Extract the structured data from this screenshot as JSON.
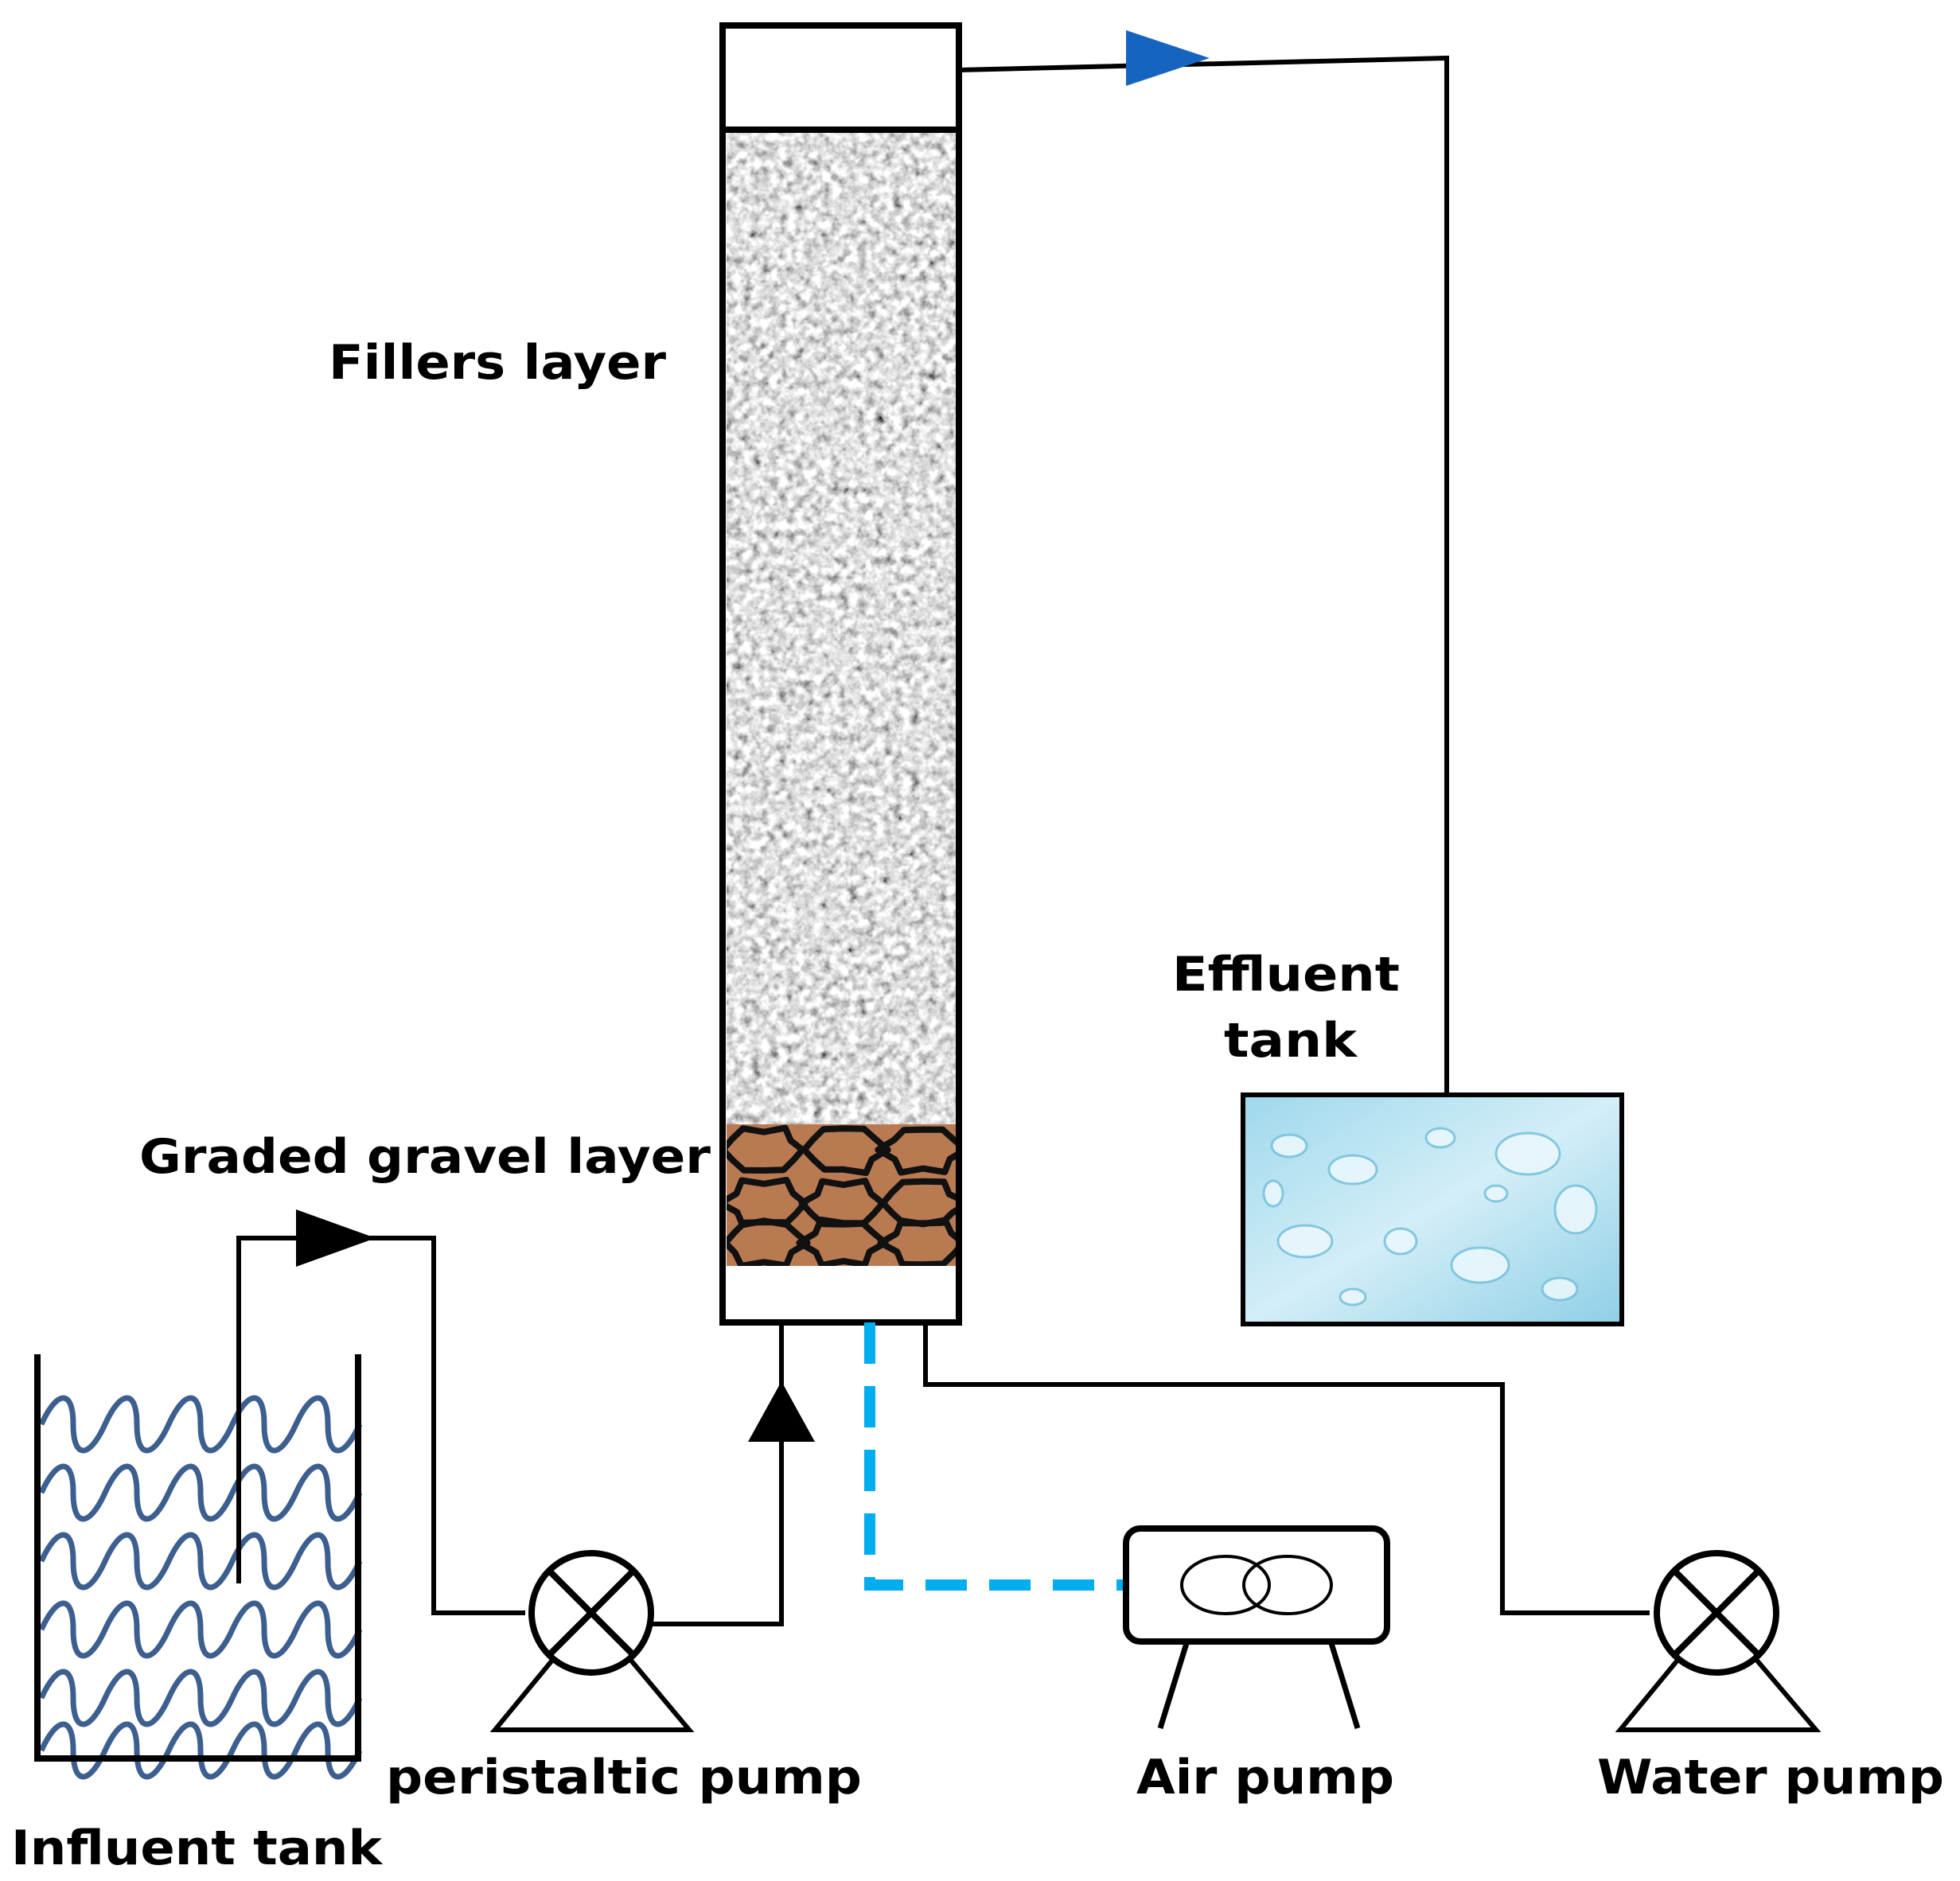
{
  "labels": {
    "fillers_layer": "Fillers layer",
    "graded_gravel_layer": "Graded gravel layer",
    "effluent_tank_line1": "Effluent",
    "effluent_tank_line2": "tank",
    "influent_tank": "Influent tank",
    "peristaltic_pump": "peristaltic pump",
    "air_pump": "Air pump",
    "water_pump": "Water pump"
  },
  "colors": {
    "line": "#000000",
    "effluent_arrow": "#1565c0",
    "air_line": "#00aeef",
    "influent_water": "#3d5f8f",
    "gravel": "#b97a52",
    "filler_base": "#a8a8a8",
    "effluent_water": "#bfe6f2"
  }
}
